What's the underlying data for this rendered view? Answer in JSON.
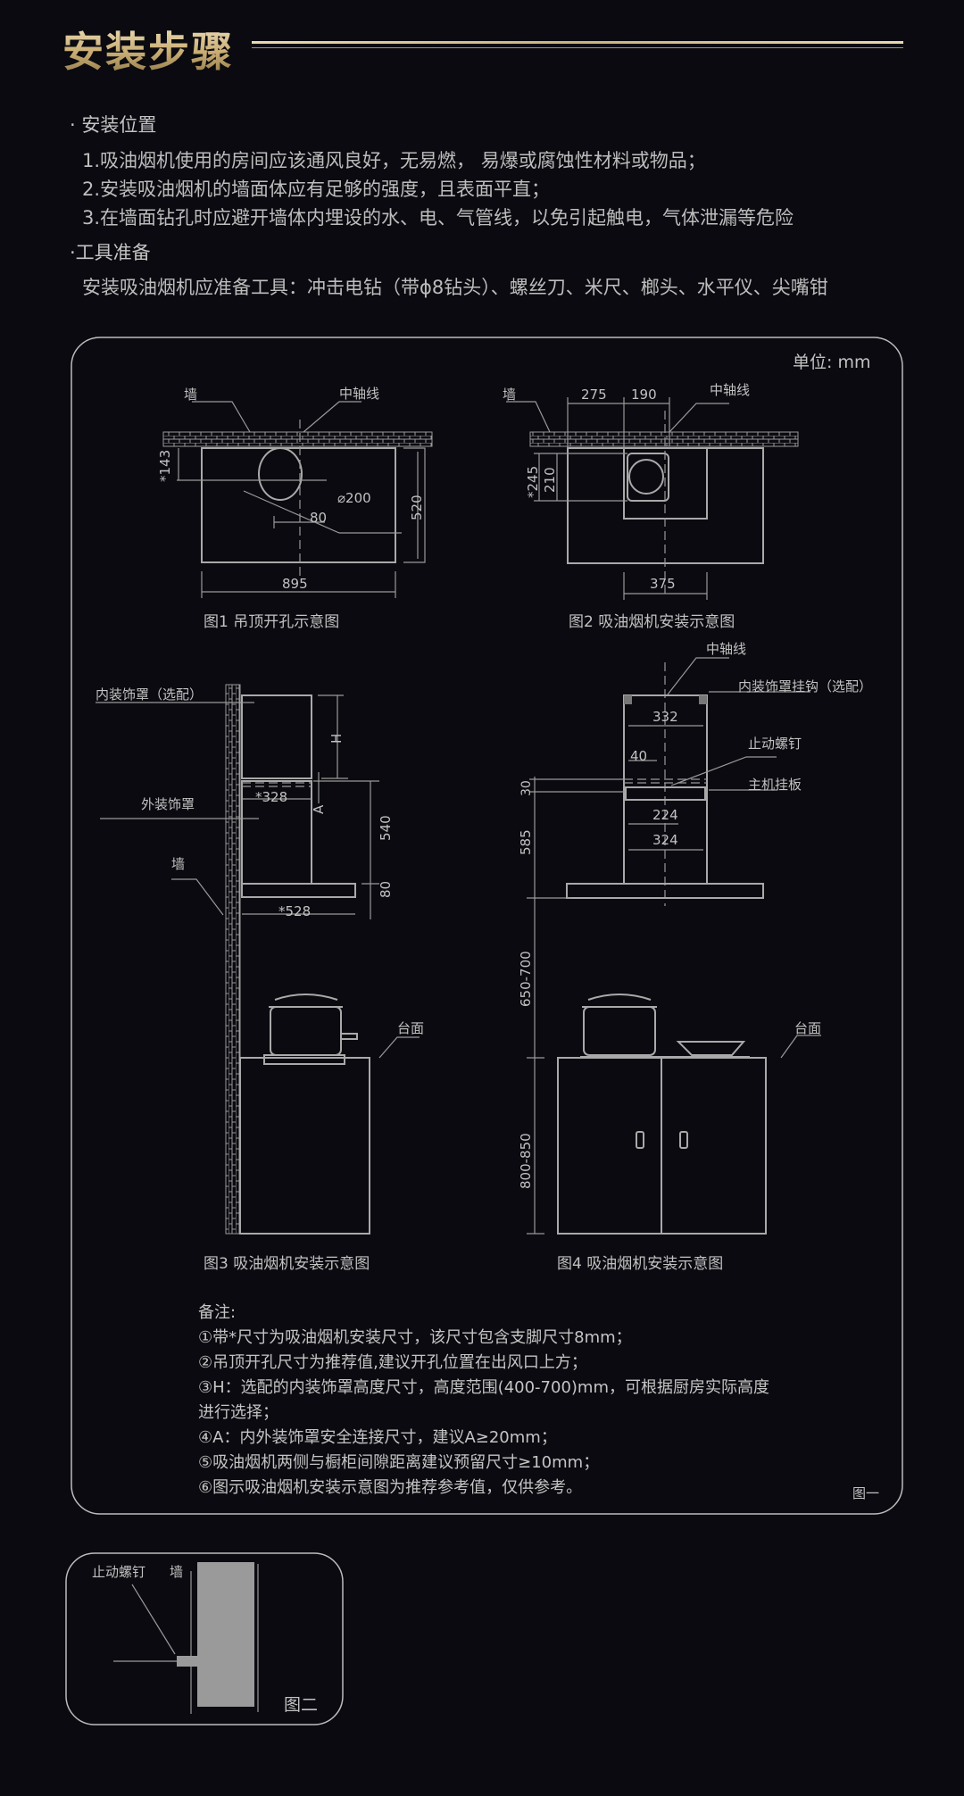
{
  "header": {
    "title": "安装步骤"
  },
  "location": {
    "heading": "· 安装位置",
    "items": [
      "1.吸油烟机使用的房间应该通风良好，无易燃， 易爆或腐蚀性材料或物品；",
      "2.安装吸油烟机的墙面体应有足够的强度，且表面平直；",
      "3.在墙面钻孔时应避开墙体内埋设的水、电、气管线，以免引起触电，气体泄漏等危险"
    ]
  },
  "tools": {
    "heading": "·工具准备",
    "text": "安装吸油烟机应准备工具：冲击电钻（带ϕ8钻头）、螺丝刀、米尺、榔头、水平仪、尖嘴钳"
  },
  "diagram": {
    "unit": "单位: mm",
    "fig1": {
      "wall": "墙",
      "axis": "中轴线",
      "d143": "*143",
      "d200": "⌀200",
      "d80": "80",
      "d520": "520",
      "d895": "895",
      "caption": "图1 吊顶开孔示意图"
    },
    "fig2": {
      "wall": "墙",
      "axis": "中轴线",
      "d275": "275",
      "d190": "190",
      "d245": "*245",
      "d210": "210",
      "d375": "375",
      "caption": "图2 吸油烟机安装示意图"
    },
    "fig3": {
      "inner_cover": "内装饰罩（选配）",
      "outer_cover": "外装饰罩",
      "wall": "墙",
      "dH": "H",
      "d328": "*328",
      "dA": "A",
      "d540": "540",
      "d80": "80",
      "d528": "*528",
      "counter": "台面",
      "caption": "图3 吸油烟机安装示意图"
    },
    "fig4": {
      "axis": "中轴线",
      "hook": "内装饰罩挂钩（选配）",
      "d332": "332",
      "screw": "止动螺钉",
      "d40": "40",
      "plate": "主机挂板",
      "d30": "30",
      "d224": "224",
      "d324": "324",
      "d585": "585",
      "d650": "650-700",
      "d800": "800-850",
      "counter": "台面",
      "caption": "图4 吸油烟机安装示意图"
    },
    "notes": {
      "heading": "备注:",
      "items": [
        "①带*尺寸为吸油烟机安装尺寸，该尺寸包含支脚尺寸8mm；",
        "②吊顶开孔尺寸为推荐值,建议开孔位置在出风口上方；",
        "③H：选配的内装饰罩高度尺寸，高度范围(400-700)mm，可根据厨房实际高度",
        "进行选择；",
        "④A：内外装饰罩安全连接尺寸，建议A≥20mm；",
        "⑤吸油烟机两侧与橱柜间隙距离建议预留尺寸≥10mm；",
        "⑥图示吸油烟机安装示意图为推荐参考值，仅供参考。"
      ]
    },
    "figure_label": "图一"
  },
  "detail": {
    "screw": "止动螺钉",
    "wall": "墙",
    "label": "图二"
  }
}
